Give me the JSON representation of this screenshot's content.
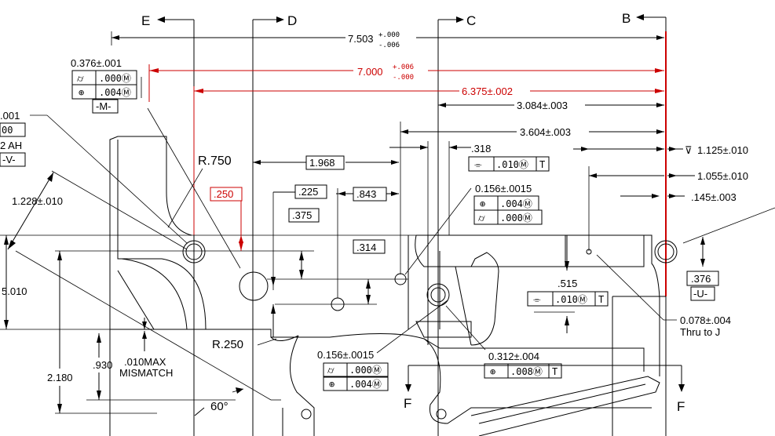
{
  "section_letters": {
    "e": "E",
    "d": "D",
    "c": "C",
    "b": "B",
    "f_left": "F",
    "f_right": "F"
  },
  "dims": {
    "d_7503": "7.503",
    "d_7503_tol_up": "+.000",
    "d_7503_tol_dn": "-.006",
    "d_7000": "7.000",
    "d_7000_tol_up": "+.006",
    "d_7000_tol_dn": "-.000",
    "d_6375": "6.375±.002",
    "d_3084": "3.084±.003",
    "d_3604": "3.604±.003",
    "d_1125": "1.125±.010",
    "d_1055": "1.055±.010",
    "d_145": ".145±.003",
    "d_0376": "0.376±.001",
    "d_001": ".001",
    "d_r750": "R.750",
    "d_1968": "1.968",
    "d_250": ".250",
    "d_225": ".225",
    "d_843": ".843",
    "d_375": ".375",
    "d_314": ".314",
    "d_1228": "1.228±.010",
    "d_5010": "5.010",
    "d_318": ".318",
    "d_0156_top": "0.156±.0015",
    "d_515": ".515",
    "d_r250": "R.250",
    "d_0156_bot": "0.156±.0015",
    "d_0312": "0.312±.004",
    "d_2180": "2.180",
    "d_930": ".930",
    "d_mismatch_1": ".010MAX",
    "d_mismatch_2": "MISMATCH",
    "d_60": "60°",
    "d_0078": "0.078±.004",
    "d_thru": "Thru to J",
    "d_376": ".376",
    "d_u": "-U-",
    "d_m": "-M-",
    "d_v": "-V-",
    "d_ah": "2 AH"
  },
  "fcf": {
    "m_000": ".000Ⓜ",
    "m_004": ".004Ⓜ",
    "t_318": ".010Ⓜ",
    "t_318_ref": "T",
    "hole_top_004": ".004Ⓜ",
    "hole_top_000": ".000Ⓜ",
    "p515": ".010Ⓜ",
    "p515_ref": "T",
    "bot_000": ".000Ⓜ",
    "bot_004": ".004Ⓜ",
    "p312": ".008Ⓜ",
    "p312_ref": "T",
    "left_00": "00",
    "left_ah_box": "-V-"
  },
  "symbols": {
    "cyl": "⌭",
    "pos": "⊕",
    "sym": "⌯",
    "depth": "⊽"
  },
  "colors": {
    "ink": "#000000",
    "red_dim": "#cc0000",
    "paper": "#ffffff"
  }
}
